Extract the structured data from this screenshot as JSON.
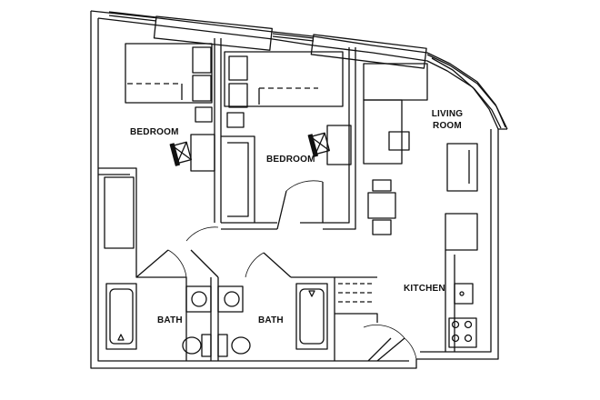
{
  "floorplan": {
    "rooms": [
      {
        "id": "bedroom-1",
        "label": "BEDROOM"
      },
      {
        "id": "bedroom-2",
        "label": "BEDROOM"
      },
      {
        "id": "living-room",
        "label_line1": "LIVING",
        "label_line2": "ROOM"
      },
      {
        "id": "kitchen",
        "label": "KITCHEN"
      },
      {
        "id": "bath-1",
        "label": "BATH"
      },
      {
        "id": "bath-2",
        "label": "BATH"
      }
    ],
    "colors": {
      "wall": "#111111",
      "background": "#ffffff"
    }
  }
}
